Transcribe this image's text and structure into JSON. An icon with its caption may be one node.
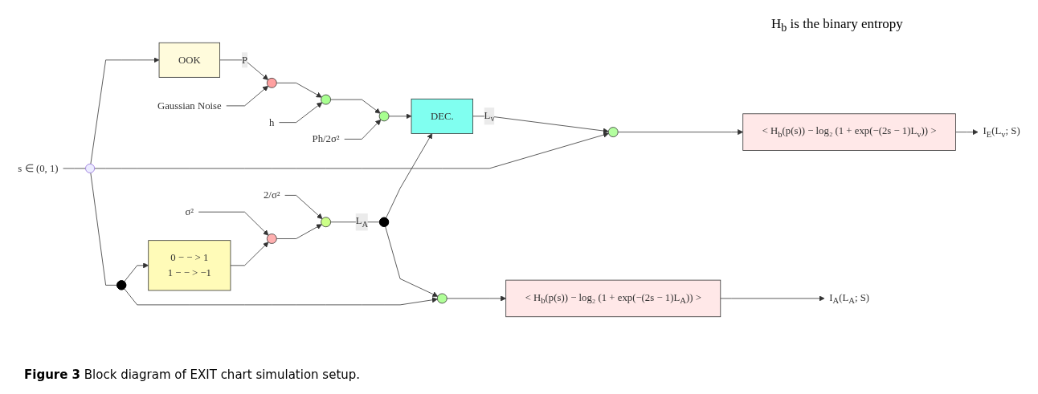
{
  "diagram": {
    "caption": "**Figure 3** Block diagram of EXIT chart simulation setup.",
    "nodes": [
      {
        "text": [
          "s ∈ (0, 1)"
        ]
      },
      {
        "text": [],
        "shape": "circle"
      },
      {
        "text": [
          "OOK"
        ]
      },
      {
        "text": [
          "Gaussian Noise"
        ]
      },
      {
        "text": [],
        "shape": "circle"
      },
      {
        "text": [
          "h"
        ]
      },
      {
        "text": [],
        "shape": "circle"
      },
      {
        "text": [
          "Ph/2σ²"
        ]
      },
      {
        "text": [],
        "shape": "circle"
      },
      {
        "text": [
          "DEC."
        ]
      },
      {
        "text": [],
        "shape": "circle"
      },
      {
        "text": [
          "< H$_{b}$(p(s)) − log₂ (1 + exp(−(2s − 1)L$_{v}$)) >"
        ]
      },
      {
        "text": [
          "I$_{E}$(L$_{v}$; S)"
        ]
      },
      {
        "text": [],
        "shape": "circle"
      },
      {
        "text": [
          "0 − − > 1",
          "1 − − > −1"
        ]
      },
      {
        "text": [
          "σ²"
        ]
      },
      {
        "text": [],
        "shape": "circle"
      },
      {
        "text": [
          "2/σ²"
        ]
      },
      {
        "text": [],
        "shape": "circle"
      },
      {
        "text": [],
        "shape": "circle"
      },
      {
        "text": [],
        "shape": "circle"
      },
      {
        "text": [
          "< H$_{b}$(p(s)) − log₂ (1 + exp(−(2s − 1)L$_{A}$)) >"
        ]
      },
      {
        "text": [
          "I$_{A}$(L$_{A}$; S)"
        ]
      }
    ],
    "edges": [
      {
        "from": 0,
        "to": 1,
        "arrow": "none"
      },
      {
        "from": 1,
        "to": 2,
        "arrow": "to"
      },
      {
        "from": 2,
        "to": 4,
        "arrow": "to",
        "label": "P"
      },
      {
        "from": 3,
        "to": 4,
        "arrow": "to"
      },
      {
        "from": 4,
        "to": 6,
        "arrow": "to"
      },
      {
        "from": 5,
        "to": 6,
        "arrow": "to"
      },
      {
        "from": 6,
        "to": 8,
        "arrow": "to"
      },
      {
        "from": 7,
        "to": 8,
        "arrow": "to"
      },
      {
        "from": 8,
        "to": 9,
        "arrow": "to"
      },
      {
        "from": 9,
        "to": 10,
        "arrow": "to",
        "label": "L$_{v}$"
      },
      {
        "from": 1,
        "to": 10,
        "arrow": "to"
      },
      {
        "from": 10,
        "to": 11,
        "arrow": "to"
      },
      {
        "from": 11,
        "to": 12,
        "arrow": "to"
      },
      {
        "from": 1,
        "to": 13,
        "arrow": "none"
      },
      {
        "from": 13,
        "to": 14,
        "arrow": "to"
      },
      {
        "from": 14,
        "to": 16,
        "arrow": "to"
      },
      {
        "from": 15,
        "to": 16,
        "arrow": "to"
      },
      {
        "from": 16,
        "to": 18,
        "arrow": "to"
      },
      {
        "from": 17,
        "to": 18,
        "arrow": "to"
      },
      {
        "from": 18,
        "to": 19,
        "arrow": "none",
        "label": "L$_{A}$"
      },
      {
        "from": 19,
        "to": 9,
        "arrow": "to"
      },
      {
        "from": 19,
        "to": 20,
        "arrow": "to"
      },
      {
        "from": 13,
        "to": 20,
        "arrow": "to"
      },
      {
        "from": 20,
        "to": 21,
        "arrow": "to"
      },
      {
        "from": 21,
        "to": 22,
        "arrow": "to"
      }
    ],
    "labels": [
      "H$_{b}$ is the binary entropy"
    ]
  }
}
